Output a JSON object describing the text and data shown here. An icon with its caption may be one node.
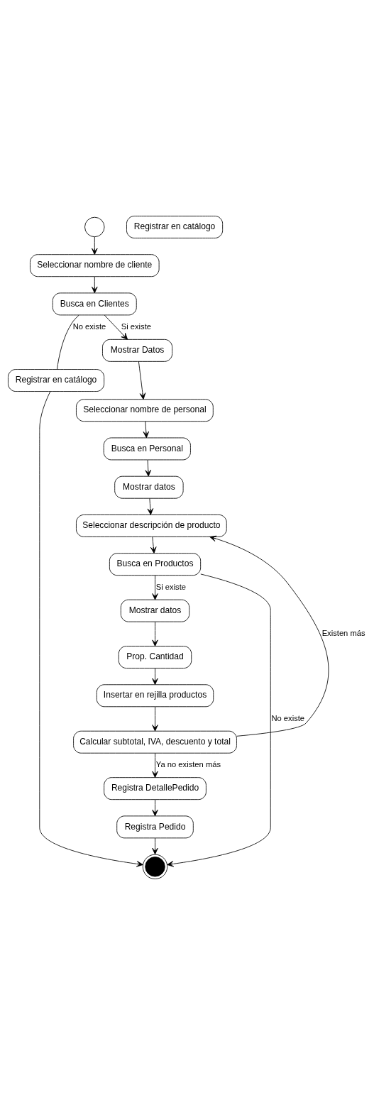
{
  "diagram": {
    "nodes": [
      {
        "text": [],
        "shape": "circle"
      },
      {
        "text": [
          "Seleccionar nombre de cliente"
        ]
      },
      {
        "text": [
          "Busca en Clientes"
        ]
      },
      {
        "text": [
          "Registrar en catálogo"
        ]
      },
      {
        "text": [
          "Mostrar Datos"
        ]
      },
      {
        "text": [
          "Seleccionar nombre de personal"
        ]
      },
      {
        "text": [
          "Busca en Personal"
        ]
      },
      {
        "text": [
          "Mostrar datos"
        ]
      },
      {
        "text": [
          "Seleccionar descripción de producto"
        ]
      },
      {
        "text": [
          "Busca en Productos"
        ]
      },
      {
        "text": [
          "Mostrar datos"
        ]
      },
      {
        "text": [
          "Prop. Cantidad"
        ]
      },
      {
        "text": [
          "Insertar en rejilla productos"
        ]
      },
      {
        "text": [
          "Registrar en catálogo"
        ]
      },
      {
        "text": [
          "Calcular subtotal, IVA, descuento y total"
        ]
      },
      {
        "text": [
          "Registra DetallePedido"
        ]
      },
      {
        "text": [
          "Registra Pedido"
        ]
      },
      {
        "text": [],
        "shape": "circle"
      }
    ],
    "edges": [
      {
        "from": 0,
        "to": 1,
        "arrow": "to"
      },
      {
        "from": 1,
        "to": 2,
        "arrow": "to"
      },
      {
        "from": 2,
        "to": 4,
        "arrow": "to",
        "label": "Si existe"
      },
      {
        "from": 2,
        "to": 3,
        "arrow": "none",
        "label": "No existe"
      },
      {
        "from": 3,
        "to": 17,
        "arrow": "to"
      },
      {
        "from": 4,
        "to": 5,
        "arrow": "to"
      },
      {
        "from": 5,
        "to": 6,
        "arrow": "to"
      },
      {
        "from": 6,
        "to": 7,
        "arrow": "to"
      },
      {
        "from": 7,
        "to": 8,
        "arrow": "to"
      },
      {
        "from": 8,
        "to": 9,
        "arrow": "to"
      },
      {
        "from": 9,
        "to": 10,
        "arrow": "to",
        "label": "Si existe"
      },
      {
        "from": 9,
        "to": 17,
        "arrow": "to",
        "label": "No existe"
      },
      {
        "from": 10,
        "to": 11,
        "arrow": "to"
      },
      {
        "from": 11,
        "to": 12,
        "arrow": "to"
      },
      {
        "from": 12,
        "to": 14,
        "arrow": "to"
      },
      {
        "from": 14,
        "to": 8,
        "arrow": "to",
        "label": "Existen más"
      },
      {
        "from": 14,
        "to": 15,
        "arrow": "to",
        "label": "Ya no existen más"
      },
      {
        "from": 15,
        "to": 16,
        "arrow": "to"
      },
      {
        "from": 16,
        "to": 17,
        "arrow": "to"
      }
    ]
  }
}
